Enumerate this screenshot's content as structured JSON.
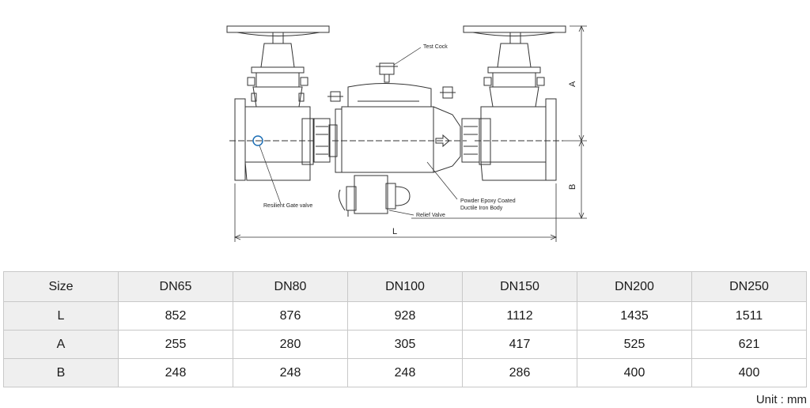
{
  "drawing": {
    "callouts": {
      "test_cock": "Test Cock",
      "resilient_gate_valve": "Resilient Gate valve",
      "coating_line1": "Powder Epoxy Coated",
      "coating_line2": "Ductile Iron Body",
      "relief_valve": "Relief Valve"
    },
    "dimensions": {
      "A": "A",
      "B": "B",
      "L": "L"
    }
  },
  "table": {
    "header": [
      "Size",
      "DN65",
      "DN80",
      "DN100",
      "DN150",
      "DN200",
      "DN250"
    ],
    "rows": [
      {
        "label": "L",
        "values": [
          "852",
          "876",
          "928",
          "1112",
          "1435",
          "1511"
        ]
      },
      {
        "label": "A",
        "values": [
          "255",
          "280",
          "305",
          "417",
          "525",
          "621"
        ]
      },
      {
        "label": "B",
        "values": [
          "248",
          "248",
          "248",
          "286",
          "400",
          "400"
        ]
      }
    ]
  },
  "unit_note": "Unit : mm"
}
